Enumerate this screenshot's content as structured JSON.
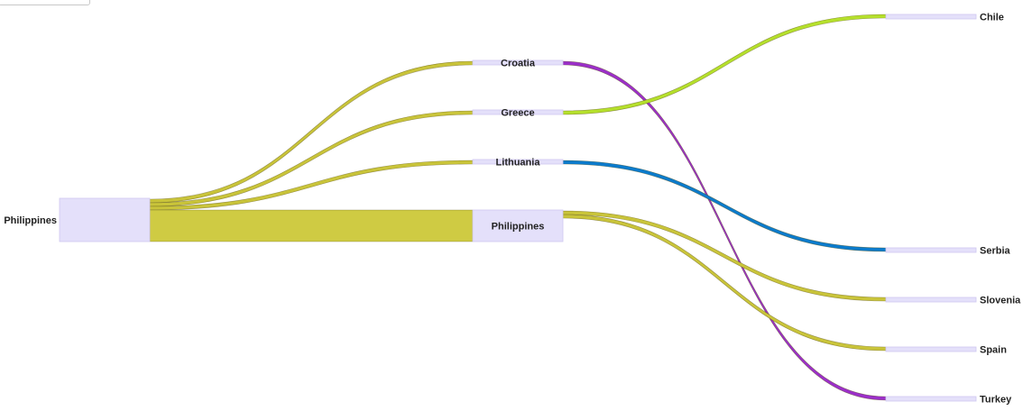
{
  "chart_data": {
    "type": "sankey",
    "nodes": [
      {
        "id": "src_philippines",
        "label": "Philippines",
        "level": 0
      },
      {
        "id": "mid_croatia",
        "label": "Croatia",
        "level": 1
      },
      {
        "id": "mid_greece",
        "label": "Greece",
        "level": 1
      },
      {
        "id": "mid_lithuania",
        "label": "Lithuania",
        "level": 1
      },
      {
        "id": "mid_philippines",
        "label": "Philippines",
        "level": 1
      },
      {
        "id": "dst_chile",
        "label": "Chile",
        "level": 2
      },
      {
        "id": "dst_serbia",
        "label": "Serbia",
        "level": 2
      },
      {
        "id": "dst_slovenia",
        "label": "Slovenia",
        "level": 2
      },
      {
        "id": "dst_spain",
        "label": "Spain",
        "level": 2
      },
      {
        "id": "dst_turkey",
        "label": "Turkey",
        "level": 2
      }
    ],
    "links": [
      {
        "source": "src_philippines",
        "target": "mid_croatia",
        "value": 1,
        "color": "#c9c43a"
      },
      {
        "source": "src_philippines",
        "target": "mid_greece",
        "value": 1,
        "color": "#c9c43a"
      },
      {
        "source": "src_philippines",
        "target": "mid_lithuania",
        "value": 1,
        "color": "#c9c43a"
      },
      {
        "source": "src_philippines",
        "target": "mid_philippines",
        "value": 10,
        "color": "#cfcb43"
      },
      {
        "source": "mid_croatia",
        "target": "dst_turkey",
        "value": 1,
        "color": "#9b2fc9"
      },
      {
        "source": "mid_greece",
        "target": "dst_chile",
        "value": 1,
        "color": "#b5e02c"
      },
      {
        "source": "mid_lithuania",
        "target": "dst_serbia",
        "value": 1,
        "color": "#0c7bcc"
      },
      {
        "source": "mid_philippines",
        "target": "dst_slovenia",
        "value": 1,
        "color": "#c9c43a"
      },
      {
        "source": "mid_philippines",
        "target": "dst_spain",
        "value": 1,
        "color": "#c9c43a"
      }
    ],
    "colors": {
      "node_fill": "#e4e0fa",
      "node_stroke": "#cfc8f0"
    }
  }
}
